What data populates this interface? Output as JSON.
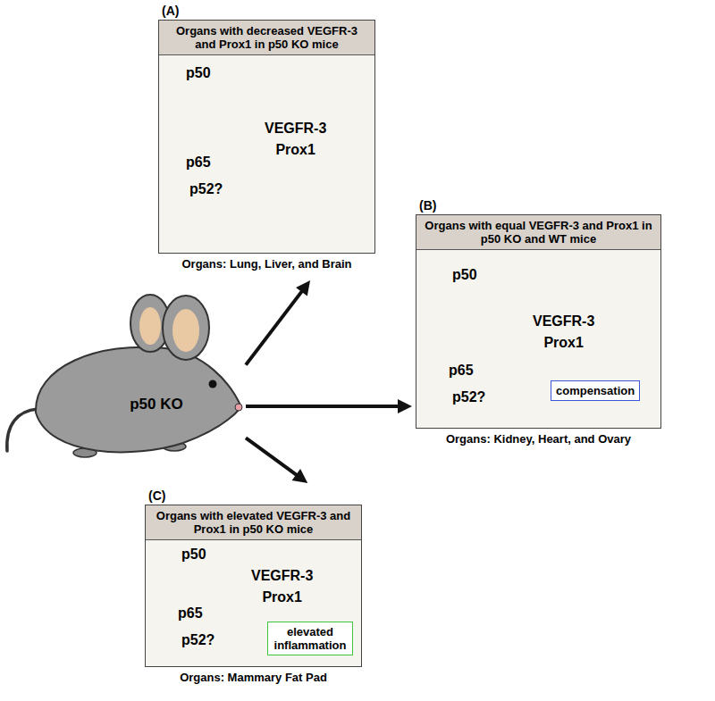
{
  "diagram": {
    "nodes": [
      {
        "text": [
          "(A)",
          "Organs with decreased VEGFR-3 and Prox1 in p50 KO mice",
          "Organs: Lung, Liver, and Brain"
        ]
      },
      {
        "text": [
          "p50"
        ],
        "in": 0
      },
      {
        "text": [
          "p65"
        ],
        "in": 0
      },
      {
        "text": [
          "p52?"
        ],
        "in": 0
      },
      {
        "text": [
          "VEGFR-3",
          "Prox1"
        ],
        "in": 0
      },
      {
        "text": [
          "(B)",
          "Organs with equal VEGFR-3 and Prox1 in p50 KO and WT mice",
          "Organs: Kidney, Heart, and Ovary"
        ]
      },
      {
        "text": [
          "p50"
        ],
        "in": 5
      },
      {
        "text": [
          "p65"
        ],
        "in": 5
      },
      {
        "text": [
          "p52?"
        ],
        "in": 5
      },
      {
        "text": [
          "VEGFR-3",
          "Prox1"
        ],
        "in": 5
      },
      {
        "text": [
          "compensation"
        ],
        "in": 5
      },
      {
        "text": [
          "(C)",
          "Organs with elevated VEGFR-3 and Prox1 in p50 KO mice",
          "Organs: Mammary Fat Pad"
        ]
      },
      {
        "text": [
          "p50"
        ],
        "in": 11
      },
      {
        "text": [
          "p65"
        ],
        "in": 11
      },
      {
        "text": [
          "p52?"
        ],
        "in": 11
      },
      {
        "text": [
          "VEGFR-3",
          "Prox1"
        ],
        "in": 11
      },
      {
        "text": [
          "elevated inflammation"
        ],
        "in": 11
      },
      {
        "text": [
          "p50 KO"
        ]
      }
    ],
    "edges": [
      {
        "from": 1,
        "to": 4,
        "arrow": "to"
      },
      {
        "from": 1,
        "to": 2,
        "arrow": "to"
      },
      {
        "from": 2,
        "to": 4,
        "arrow": "to"
      },
      {
        "from": 6,
        "to": 9,
        "arrow": "to"
      },
      {
        "from": 7,
        "to": 9,
        "arrow": "to"
      },
      {
        "from": 12,
        "to": 15,
        "arrow": "to"
      },
      {
        "from": 13,
        "to": 15,
        "arrow": "to"
      },
      {
        "from": 17,
        "to": 0,
        "arrow": "to"
      },
      {
        "from": 17,
        "to": 5,
        "arrow": "to"
      },
      {
        "from": 17,
        "to": 11,
        "arrow": "to"
      }
    ]
  }
}
